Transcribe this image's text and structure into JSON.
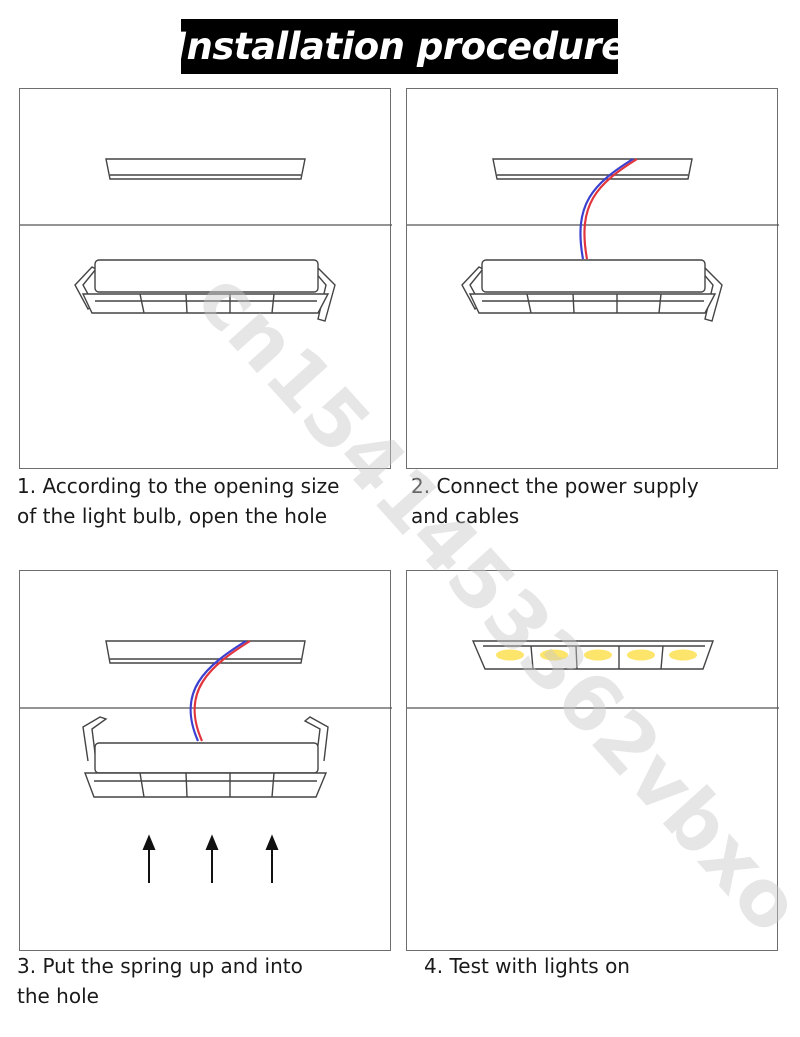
{
  "title": "Installation procedure",
  "steps": [
    {
      "caption_line1": "1. According to the opening size",
      "caption_line2": "of the light bulb, open the hole"
    },
    {
      "caption_line1": "2. Connect the power supply",
      "caption_line2": "and cables"
    },
    {
      "caption_line1": "3. Put the spring up and into",
      "caption_line2": "the hole"
    },
    {
      "caption_line1": "4. Test with lights on",
      "caption_line2": ""
    }
  ],
  "watermark": "cn1541453362vbxo",
  "colors": {
    "wire_red": "#e2343c",
    "wire_blue": "#3b3fcf",
    "led": "#fde46b",
    "line": "#555555"
  }
}
